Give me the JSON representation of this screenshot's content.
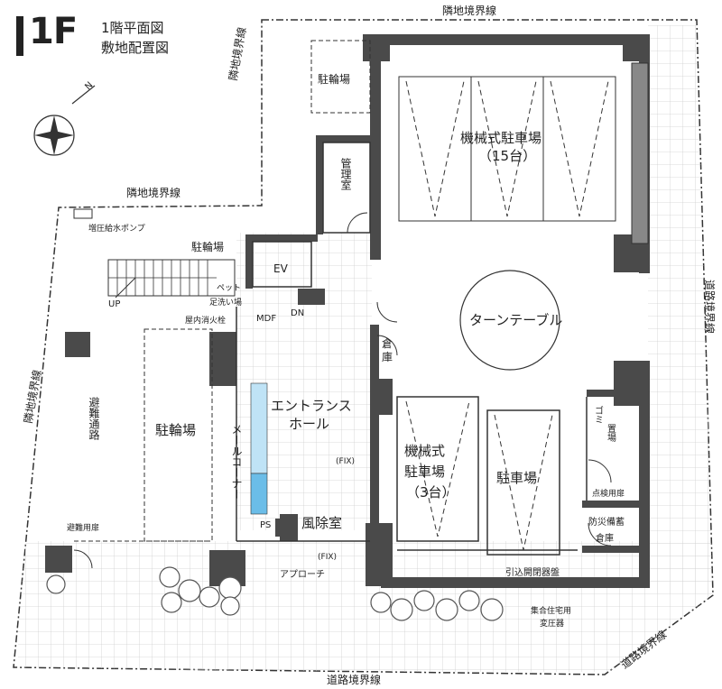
{
  "title": {
    "floor": "1F",
    "line1": "1階平面図",
    "line2": "敷地配置図"
  },
  "boundaries": {
    "neighbor_top": "隣地境界線",
    "neighbor_left_upper": "隣地境界線",
    "neighbor_mid": "隣地境界線",
    "neighbor_left_lower": "隣地境界線",
    "road_right": "道路境界線",
    "road_bottom": "道路境界線",
    "road_corner": "道路境界線"
  },
  "rooms": {
    "bike_top": "駐輪場",
    "mech_parking_15": [
      "機械式駐車場",
      "（15台）"
    ],
    "management": "管理室",
    "pump": "増圧給水ポンプ",
    "bike_small": "駐輪場",
    "ev": "EV",
    "pet": [
      "ペット",
      "足洗い場"
    ],
    "up": "UP",
    "hydrant": "屋内消火栓",
    "mdf": "MDF",
    "dn": "DN",
    "storage": [
      "倉",
      "庫"
    ],
    "turntable": "ターンテーブル",
    "evac_route": "避難通路",
    "bike_main": "駐輪場",
    "entrance_hall": [
      "エントランス",
      "ホール"
    ],
    "mail_corner": "メールコーナー",
    "fix1": "(FIX)",
    "fix2": "(FIX)",
    "mech_parking_3": [
      "機械式",
      "駐車場",
      "（3台）"
    ],
    "parking": "駐車場",
    "garbage": [
      "ゴミ",
      "置場"
    ],
    "inspect_door": "点検用扉",
    "disaster_storage": [
      "防災備蓄",
      "倉庫"
    ],
    "ps": "PS",
    "windbreak": "風除室",
    "evac_door": "避難用扉",
    "approach": "アプローチ",
    "switch_panel": "引込開閉器盤",
    "transformer": [
      "集合住宅用",
      "変圧器"
    ]
  },
  "compass": {
    "north_label": "N"
  },
  "colors": {
    "wall": "#4a4a4a",
    "grid": "#cfcfcf",
    "mailbox": "#6bbde8",
    "line": "#333333",
    "tree": "#555555"
  }
}
